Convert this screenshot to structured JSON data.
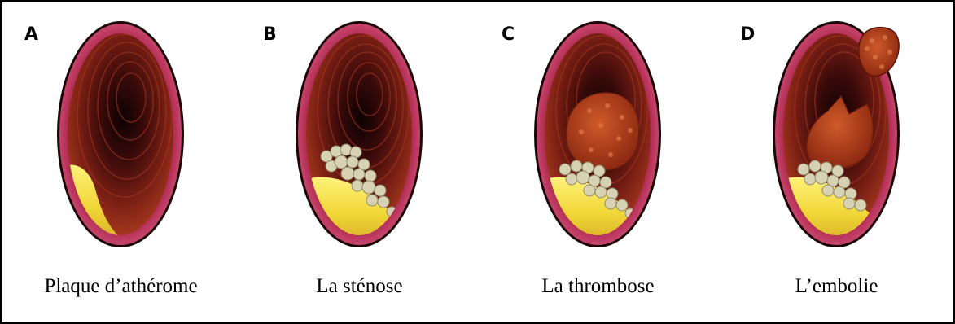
{
  "colors": {
    "vessel_wall": "#b8325a",
    "lumen": "#3a0a0a",
    "plaque": "#f2e04a",
    "calcified": "#d8d2b4",
    "thrombus": "#b8421c"
  },
  "panels": [
    {
      "letter": "A",
      "caption": "Plaque d’athérome"
    },
    {
      "letter": "B",
      "caption": "La sténose"
    },
    {
      "letter": "C",
      "caption": "La thrombose"
    },
    {
      "letter": "D",
      "caption": "L’embolie"
    }
  ]
}
